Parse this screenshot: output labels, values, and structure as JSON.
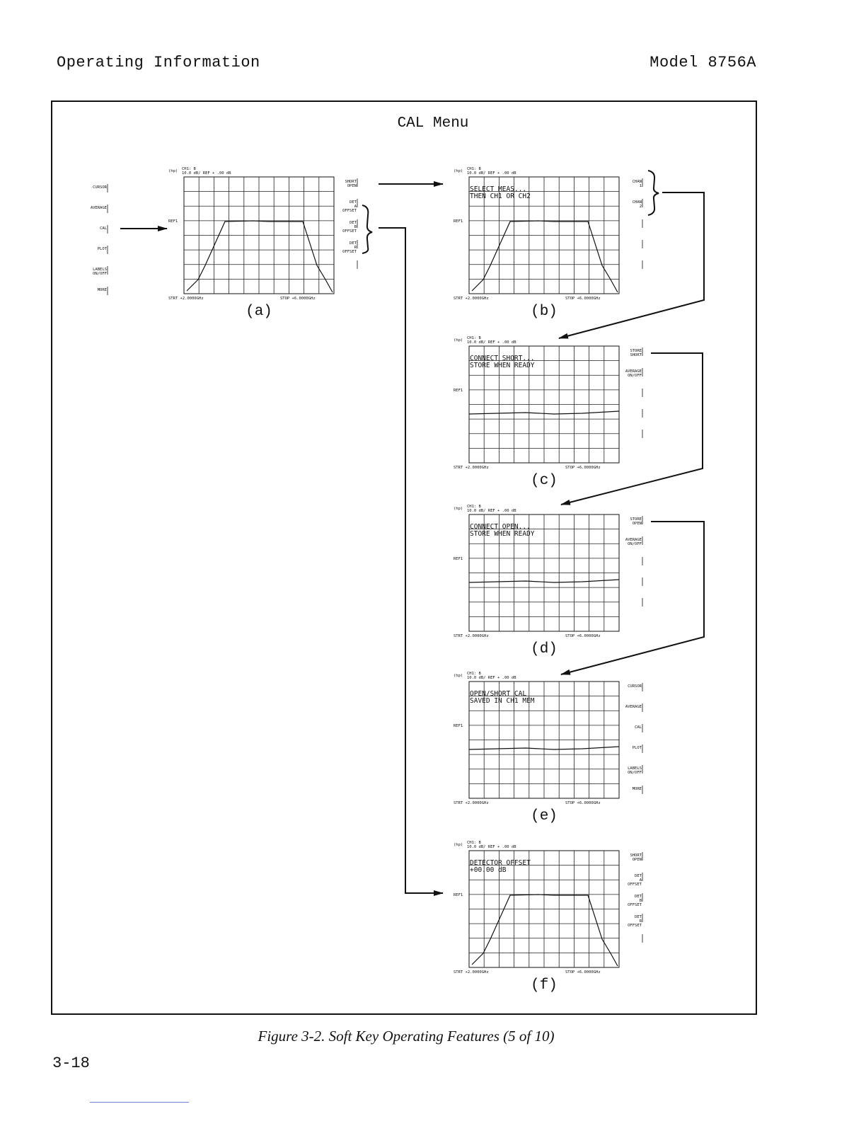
{
  "header": {
    "left": "Operating Information",
    "right": "Model 8756A"
  },
  "figure": {
    "title": "CAL Menu"
  },
  "caption": "Figure 3-2.    Soft Key Operating Features (5 of 10)",
  "page_number": "3-18",
  "screen_common": {
    "ch_line1": "CH1: B",
    "ch_line2": "10.0 dB/   REF +  .00 dB",
    "ref": "REF1",
    "start": "STRT +2.0000GHz",
    "stop": "STOP +6.0000GHz"
  },
  "left_menu": [
    "CURSOR",
    "AVERAGE",
    "CAL",
    "PLOT",
    "LABELS ON/OFF",
    "MORE"
  ],
  "panels": [
    {
      "id": "a",
      "label": "(a)",
      "message": [],
      "trace": "bandpass",
      "softkeys": [
        "SHORT OPEN",
        "DET A OFFSET",
        "DET B OFFSET",
        "DET R OFFSET"
      ]
    },
    {
      "id": "b",
      "label": "(b)",
      "message": [
        "SELECT MEAS...",
        "THEN CH1 OR CH2"
      ],
      "trace": "bandpass",
      "softkeys": [
        "CHAN 1",
        "CHAN 2"
      ]
    },
    {
      "id": "c",
      "label": "(c)",
      "message": [
        "CONNECT SHORT...",
        "STORE WHEN READY"
      ],
      "trace": "flat",
      "softkeys": [
        "STORE SHORT",
        "AVERAGE ON/OFF"
      ]
    },
    {
      "id": "d",
      "label": "(d)",
      "message": [
        "CONNECT OPEN...",
        "STORE WHEN READY"
      ],
      "trace": "flat",
      "softkeys": [
        "STORE OPEN",
        "AVERAGE ON/OFF"
      ]
    },
    {
      "id": "e",
      "label": "(e)",
      "message": [
        "OPEN/SHORT CAL",
        "SAVED IN CH1 MEM"
      ],
      "trace": "flat",
      "softkeys": [
        "CURSOR",
        "AVERAGE",
        "CAL",
        "PLOT",
        "LABELS ON/OFF",
        "MORE"
      ]
    },
    {
      "id": "f",
      "label": "(f)",
      "message": [
        "DETECTOR OFFSET",
        "+00.00 dB"
      ],
      "trace": "bandpass",
      "softkeys": [
        "SHORT OPEN",
        "DET A OFFSET",
        "DET B OFFSET",
        "DET R OFFSET"
      ]
    }
  ]
}
